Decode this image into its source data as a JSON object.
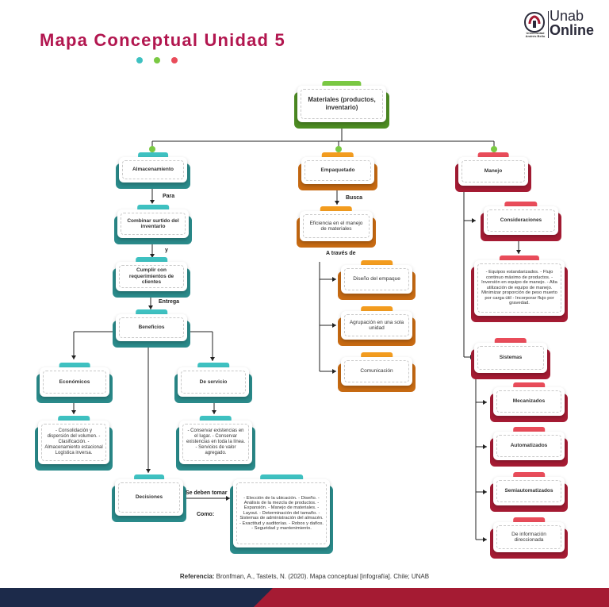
{
  "header": {
    "title": "Mapa Conceptual Unidad 5",
    "dot_colors": [
      "#3ec1c1",
      "#7ac943",
      "#e94c5a"
    ]
  },
  "logo": {
    "word1": "Unab",
    "word2": "Online",
    "subtitle": "Universidad Andrés Bello"
  },
  "colors": {
    "teal": "#3ec1c1",
    "teal_dark": "#2a8a8a",
    "green": "#7ac943",
    "green_dark": "#4d8c23",
    "orange": "#f39c1f",
    "orange_dark": "#c76a12",
    "red": "#e94c5a",
    "red_dark": "#a51b33"
  },
  "nodes": {
    "root": "Materiales (productos, inventario)",
    "almacenamiento": "Almacenamiento",
    "combinar": "Combinar surtido del inventario",
    "cumplir": "Cumplir con requerimientos de clientes",
    "beneficios": "Beneficios",
    "economicos": "Económicos",
    "economicos_list": "- Consolidación y dispersión del volumen. - Clasificación. - Almacenamiento estacional Logística inversa.",
    "servicio": "De servicio",
    "servicio_list": "- Conservar existencias en el lugar. - Conservar existencias en toda la línea. - Servicios de valor agregado.",
    "decisiones": "Decisiones",
    "decisiones_list": "- Elección de la ubicación. - Diseño. - Análisis de la mezcla de productos. - Expansión. - Manejo de materiales. - Layout. - Determinación del tamaño. - Sistemas de administración del almacén. - Exactitud y auditorías. - Robos y daños. - Seguridad y mantenimiento.",
    "empaquetado": "Empaquetado",
    "eficiencia": "Eficiencia en el manejo de materiales",
    "diseno": "Diseño del empaque",
    "agrupacion": "Agrupación en una sola unidad",
    "comunicacion": "Comunicación",
    "manejo": "Manejo",
    "consideraciones": "Consideraciones",
    "consideraciones_list": "- Equipos estandarizados. - Flujo continuo máximo de productos. - Inversión en equipo de manejo. - Alta utilización de equipo de manejo. Minimizar proporción de peso muerto por carga útil - Incorporar flujo por gravedad.",
    "sistemas": "Sistemas",
    "mecanizados": "Mecanizados",
    "automatizados": "Automatizados",
    "semiautomatizados": "Semiautomatizados",
    "informacion": "De información direccionada"
  },
  "labels": {
    "para": "Para",
    "y": "y",
    "entrega": "Entrega",
    "busca": "Busca",
    "a_traves": "A través de",
    "se_deben": "Se deben tomar",
    "como": "Como:"
  },
  "footer": {
    "ref_label": "Referencia:",
    "ref_text": " Bronfman, A., Tastets, N. (2020). Mapa conceptual [infografía]. Chile; UNAB"
  }
}
